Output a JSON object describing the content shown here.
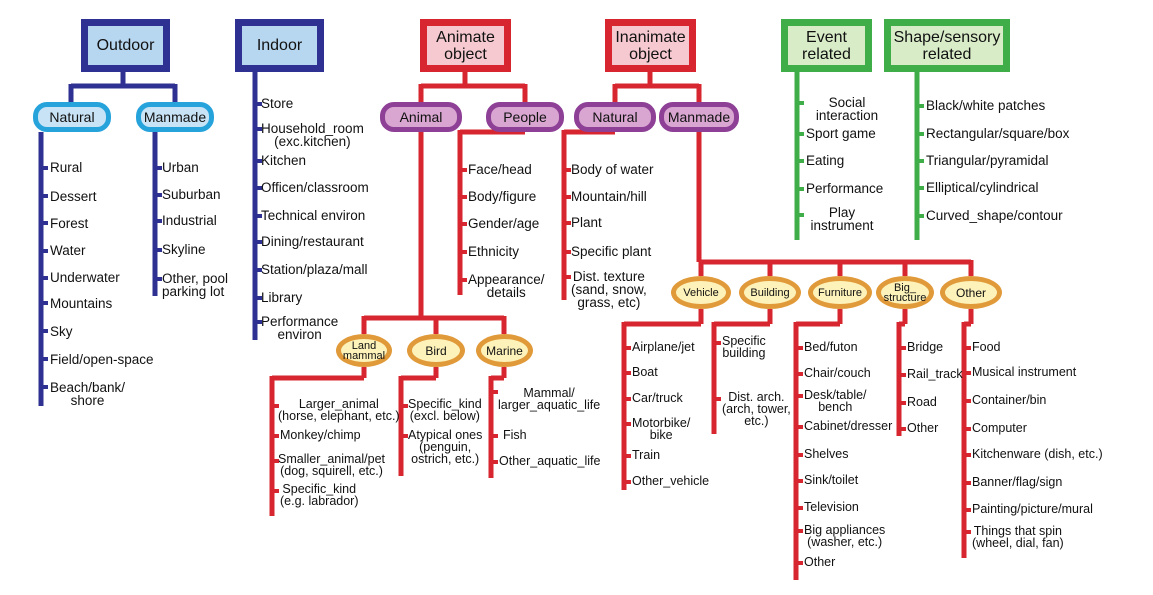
{
  "colors": {
    "blue": "#2e3192",
    "red": "#d7262f",
    "green": "#3fae49",
    "cyan": "#27a3dc",
    "purple": "#8e3f96",
    "orange": "#e19a3a"
  },
  "headers": {
    "outdoor": "Outdoor",
    "indoor": "Indoor",
    "animate": "Animate\nobject",
    "inanimate": "Inanimate\nobject",
    "event": "Event\nrelated",
    "shape": "Shape/sensory\nrelated"
  },
  "subheaders": {
    "outdoor_natural": "Natural",
    "outdoor_manmade": "Manmade",
    "animal": "Animal",
    "people": "People",
    "inanimate_natural": "Natural",
    "inanimate_manmade": "Manmade"
  },
  "ovals": {
    "land_mammal": "Land\nmammal",
    "bird": "Bird",
    "marine": "Marine",
    "vehicle": "Vehicle",
    "building": "Building",
    "furniture": "Furniture",
    "big_structure": "Big_\nstructure",
    "other": "Other"
  },
  "lists": {
    "outdoor_natural": [
      "Rural",
      "Dessert",
      "Forest",
      "Water",
      "Underwater",
      "Mountains",
      "Sky",
      "Field/open-space",
      "Beach/bank/\nshore"
    ],
    "outdoor_manmade": [
      "Urban",
      "Suburban",
      "Industrial",
      "Skyline",
      "Other, pool\nparking lot"
    ],
    "indoor": [
      "Store",
      "Household_room\n(exc.kitchen)",
      "Kitchen",
      "Officen/classroom",
      "Technical environ",
      "Dining/restaurant",
      "Station/plaza/mall",
      "Library",
      "Performance\nenviron"
    ],
    "people": [
      "Face/head",
      "Body/figure",
      "Gender/age",
      "Ethnicity",
      "Appearance/\ndetails"
    ],
    "inanimate_natural": [
      "Body of water",
      "Mountain/hill",
      "Plant",
      "Specific plant",
      "Dist. texture\n(sand, snow,\ngrass, etc)"
    ],
    "event": [
      "Social\ninteraction",
      "Sport game",
      "Eating",
      "Performance",
      "Play\ninstrument"
    ],
    "shape": [
      "Black/white patches",
      "Rectangular/square/box",
      "Triangular/pyramidal",
      "Elliptical/cylindrical",
      "Curved_shape/contour"
    ],
    "land_mammal": [
      "Larger_animal\n(horse, elephant, etc.)",
      "Monkey/chimp",
      "Smaller_animal/pet\n(dog, squirell, etc.)",
      "Specific_kind\n(e.g. labrador)"
    ],
    "bird": [
      "Specific_kind\n(excl. below)",
      "Atypical ones\n(penguin,\nostrich, etc.)"
    ],
    "marine": [
      "Mammal/\nlarger_aquatic_life",
      "Fish",
      "Other_aquatic_life"
    ],
    "vehicle": [
      "Airplane/jet",
      "Boat",
      "Car/truck",
      "Motorbike/\nbike",
      "Train",
      "Other_vehicle"
    ],
    "building": [
      "Specific\nbuilding",
      "Dist. arch.\n(arch, tower,\netc.)"
    ],
    "furniture": [
      "Bed/futon",
      "Chair/couch",
      "Desk/table/\nbench",
      "Cabinet/dresser",
      "Shelves",
      "Sink/toilet",
      "Television",
      "Big appliances\n(washer, etc.)",
      "Other"
    ],
    "big_structure": [
      "Bridge",
      "Rail_track",
      "Road",
      "Other"
    ],
    "other": [
      "Food",
      "Musical instrument",
      "Container/bin",
      "Computer",
      "Kitchenware (dish, etc.)",
      "Banner/flag/sign",
      "Painting/picture/mural",
      "Things that spin\n(wheel, dial, fan)"
    ]
  }
}
